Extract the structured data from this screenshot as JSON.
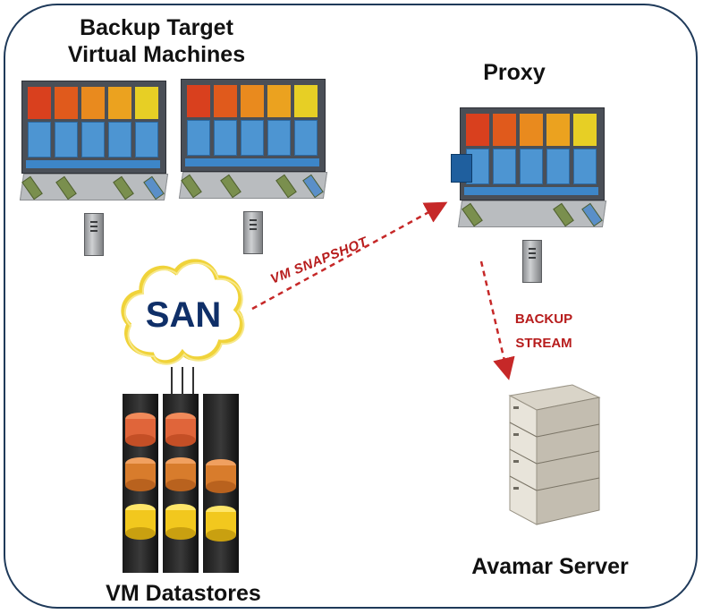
{
  "labels": {
    "backup_targets_line1": "Backup Target",
    "backup_targets_line2": "Virtual Machines",
    "proxy": "Proxy",
    "san": "SAN",
    "vm_datastores": "VM Datastores",
    "avamar_server": "Avamar Server",
    "vm_snapshot": "VM SNAPSHOT",
    "backup_stream_line1": "BACKUP",
    "backup_stream_line2": "STREAM"
  },
  "colors": {
    "frame_border": "#1f3a5a",
    "arrow": "#c62828",
    "san_text": "#0f2f68",
    "cloud_edge": "#f0d33a"
  }
}
